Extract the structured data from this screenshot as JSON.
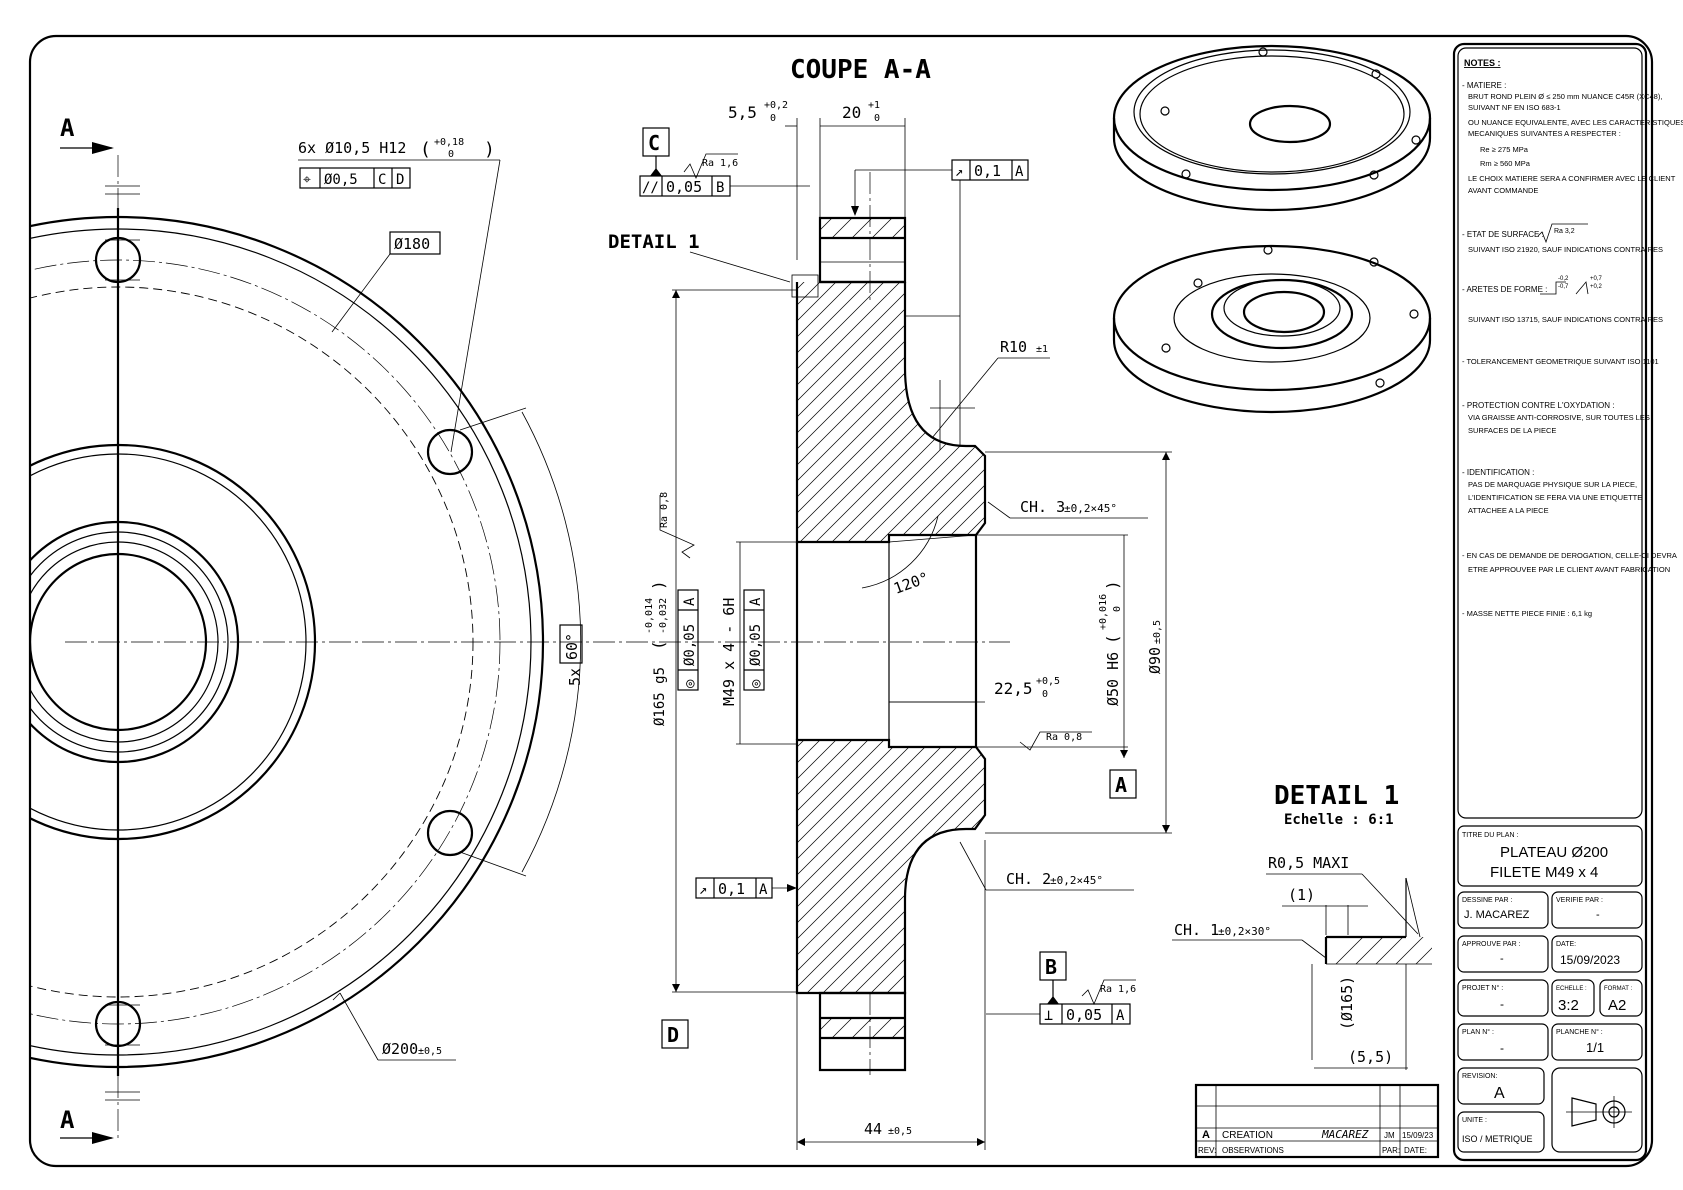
{
  "section": {
    "title": "COUPE A-A",
    "cut_mark": "A"
  },
  "detail": {
    "callout": "DETAIL 1",
    "title": "DETAIL 1",
    "scale": "Echelle :  6:1",
    "radius": "R0,5 MAXI",
    "chamfer_base": "CH. 1",
    "chamfer_tol": "±0,2×30°",
    "dim_1": "(1)",
    "dim_165": "(Ø165)",
    "dim_55": "(5,5)"
  },
  "front_view": {
    "holes_label": "6x Ø10,5 H12",
    "holes_tol_upper": "+0,18",
    "holes_tol_lower": "0",
    "pos_fcf": [
      "⌖",
      "Ø0,5",
      "C",
      "D"
    ],
    "pcd": "Ø180",
    "angle_count": "5x",
    "angle_value": "60°",
    "outer_dia": "Ø200",
    "outer_tol": "±0,5"
  },
  "section_dims": {
    "d55": "5,5",
    "d55_up": "+0,2",
    "d55_low": "0",
    "d20": "20",
    "d20_up": "+1",
    "d20_low": "0",
    "datum_c": "C",
    "datum_b": "B",
    "datum_d": "D",
    "datum_a": "A",
    "ra16": "Ra 1,6",
    "ra08": "Ra 0,8",
    "par_fcf": [
      "//",
      "0,05",
      "B"
    ],
    "runout_fcf": [
      "↗",
      "0,1",
      "A"
    ],
    "perp_fcf": [
      "⊥",
      "0,05",
      "A"
    ],
    "conc_fcf": [
      "◎",
      "Ø0,05",
      "A"
    ],
    "r10": "R10",
    "r10_tol": "±1",
    "ch3": "CH. 3",
    "ch3_tol": "±0,2×45°",
    "ch2": "CH. 2",
    "ch2_tol": "±0,2×45°",
    "angle120": "120°",
    "d225": "22,5",
    "d225_up": "+0,5",
    "d225_low": "0",
    "d165": "Ø165 g5",
    "d165_up": "-0,014",
    "d165_low": "-0,032",
    "m49": "M49 x 4 - 6H",
    "d50": "Ø50 H6",
    "d50_up": "+0,016",
    "d50_low": "0",
    "d90": "Ø90",
    "d90_tol": "±0,5",
    "d44": "44",
    "d44_tol": "±0,5"
  },
  "notes": {
    "header": "NOTES :",
    "matiere_title": "- MATIERE :",
    "matiere_lines": [
      "BRUT ROND PLEIN Ø ≤ 250 mm NUANCE C45R (XC48),",
      "SUIVANT NF EN ISO 683-1",
      "OU NUANCE EQUIVALENTE, AVEC LES CARACTERISTIQUES",
      "MECANIQUES SUIVANTES A RESPECTER :"
    ],
    "re": "Re ≥ 275 MPa",
    "rm": "Rm ≥ 560 MPa",
    "matiere_after": [
      "LE CHOIX MATIERE SERA A CONFIRMER AVEC LE CLIENT",
      "AVANT COMMANDE"
    ],
    "surface_title": "- ETAT DE SURFACE :",
    "surface_ra": "Ra 3,2",
    "surface_ref": "SUIVANT ISO 21920, SAUF INDICATIONS CONTRAIRES",
    "aretes_title": "- ARETES DE FORME :",
    "aretes_a": "-0,2",
    "aretes_b": "-0,7",
    "aretes_c": "+0,7",
    "aretes_d": "+0,2",
    "aretes_ref": "SUIVANT ISO 13715, SAUF INDICATIONS CONTRAIRES",
    "tol_geo": "- TOLERANCEMENT GEOMETRIQUE SUIVANT ISO 1101",
    "protection_title": "- PROTECTION CONTRE L'OXYDATION :",
    "protection_lines": [
      "VIA GRAISSE ANTI-CORROSIVE, SUR TOUTES LES",
      "SURFACES DE LA PIECE"
    ],
    "ident_title": "- IDENTIFICATION :",
    "ident_lines": [
      "PAS DE MARQUAGE PHYSIQUE SUR LA PIECE,",
      "L'IDENTIFICATION SE FERA VIA UNE ETIQUETTE",
      "ATTACHEE A LA PIECE"
    ],
    "derog_lines": [
      "- EN CAS DE DEMANDE DE DEROGATION, CELLE-CI DEVRA",
      "ETRE APPROUVEE PAR LE CLIENT AVANT FABRICATION"
    ],
    "masse": "- MASSE NETTE PIECE FINIE : 6,1 kg"
  },
  "title_block": {
    "titre_label": "TITRE DU PLAN :",
    "titre_1": "PLATEAU Ø200",
    "titre_2": "FILETE M49 x 4",
    "dessine_label": "DESSINE PAR :",
    "dessine_value": "J. MACAREZ",
    "verifie_label": "VERIFIE PAR :",
    "verifie_value": "-",
    "approuve_label": "APPROUVE PAR :",
    "approuve_value": "-",
    "date_label": "DATE:",
    "date_value": "15/09/2023",
    "projet_label": "PROJET N° :",
    "projet_value": "-",
    "echelle_label": "ECHELLE :",
    "echelle_value": "3:2",
    "format_label": "FORMAT :",
    "format_value": "A2",
    "plan_label": "PLAN N° :",
    "plan_value": "-",
    "planche_label": "PLANCHE N° :",
    "planche_value": "1/1",
    "revision_label": "REVISION:",
    "revision_value": "A",
    "unite_label": "UNITE :",
    "unite_value": "ISO / METRIQUE"
  },
  "revision_table": {
    "rev": "A",
    "obs": "CREATION",
    "par": "JM",
    "date": "15/09/23",
    "h_rev": "REV:",
    "h_obs": "OBSERVATIONS",
    "h_par": "PAR:",
    "h_date": "DATE:",
    "signature": "MACAREZ"
  }
}
